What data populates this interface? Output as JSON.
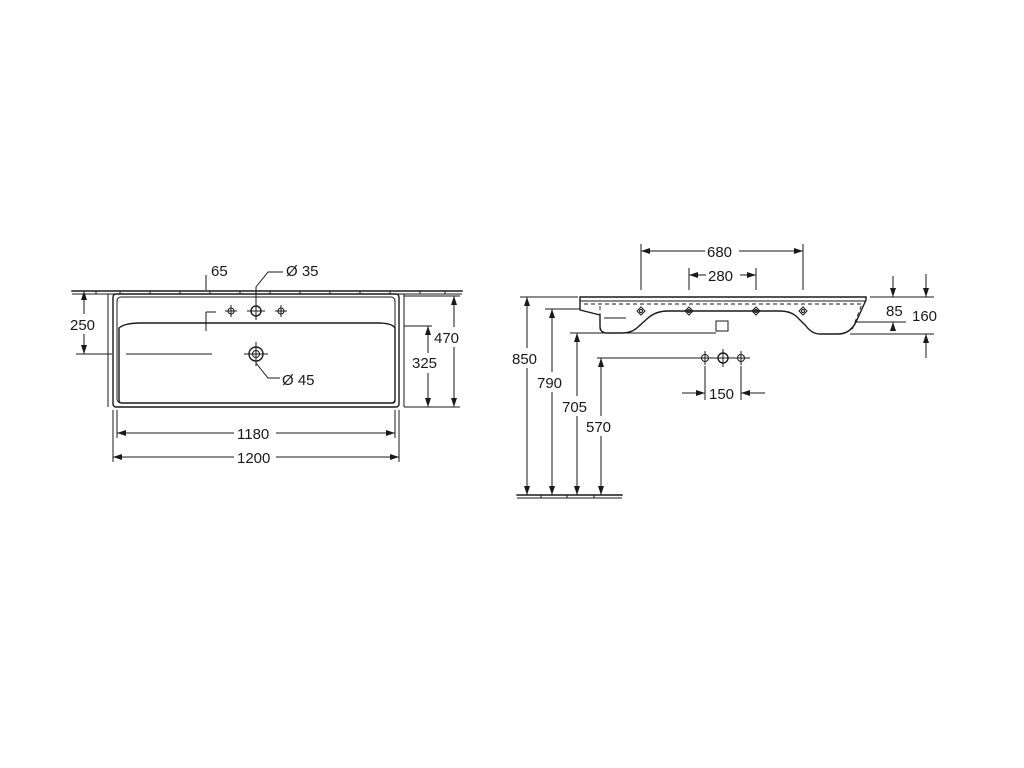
{
  "top_view": {
    "dim_overall_width": "1200",
    "dim_inner_width": "1180",
    "dim_tap_offset": "65",
    "dim_tap_hole": "Ø 35",
    "dim_drain": "Ø 45",
    "dim_drain_position": "250",
    "dim_bowl_depth": "325",
    "dim_overall_depth": "470"
  },
  "side_view": {
    "dim_outer_tap_spacing": "680",
    "dim_inner_tap_spacing": "280",
    "dim_tap_cluster_spacing": "150",
    "dim_rim_height": "850",
    "dim_bowl_bottom_height": "790",
    "dim_siphon_height": "705",
    "dim_tap_height": "570",
    "dim_rim_thickness": "85",
    "dim_total_thickness": "160"
  }
}
